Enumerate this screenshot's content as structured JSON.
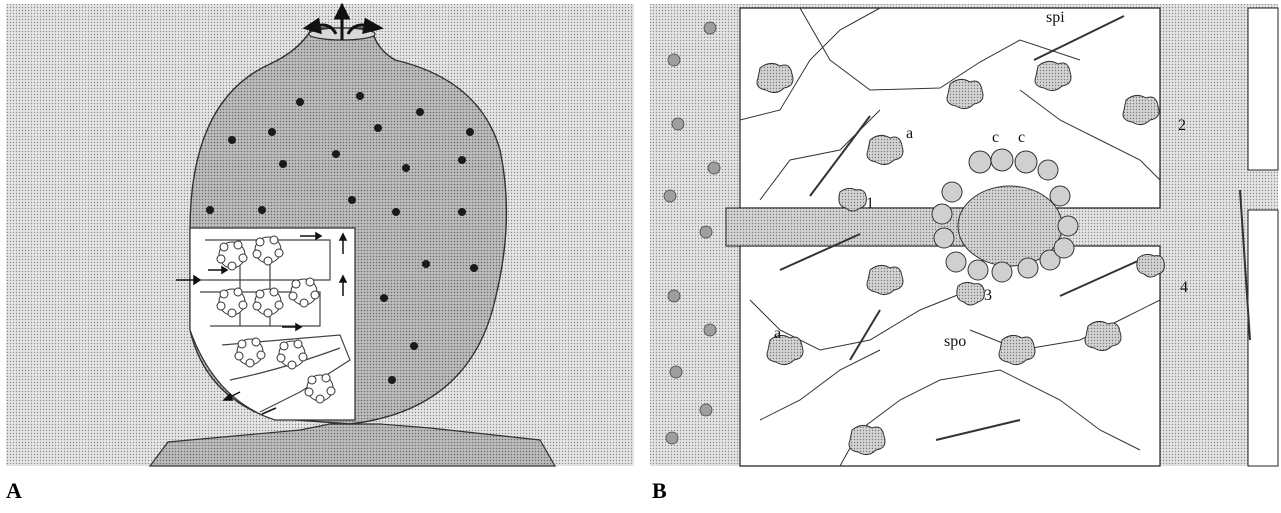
{
  "panels": [
    {
      "letter": "A"
    },
    {
      "letter": "B",
      "labels": {
        "spi": "spi",
        "a_top": "a",
        "c1": "c",
        "c2": "c",
        "n1": "1",
        "n2": "2",
        "n3": "3",
        "n4": "4",
        "a_bottom": "a",
        "spo": "spo"
      }
    }
  ],
  "colors": {
    "stipple": "#cfcfcf",
    "body": "#bdbdbd",
    "ink": "#111111",
    "white": "#ffffff"
  }
}
